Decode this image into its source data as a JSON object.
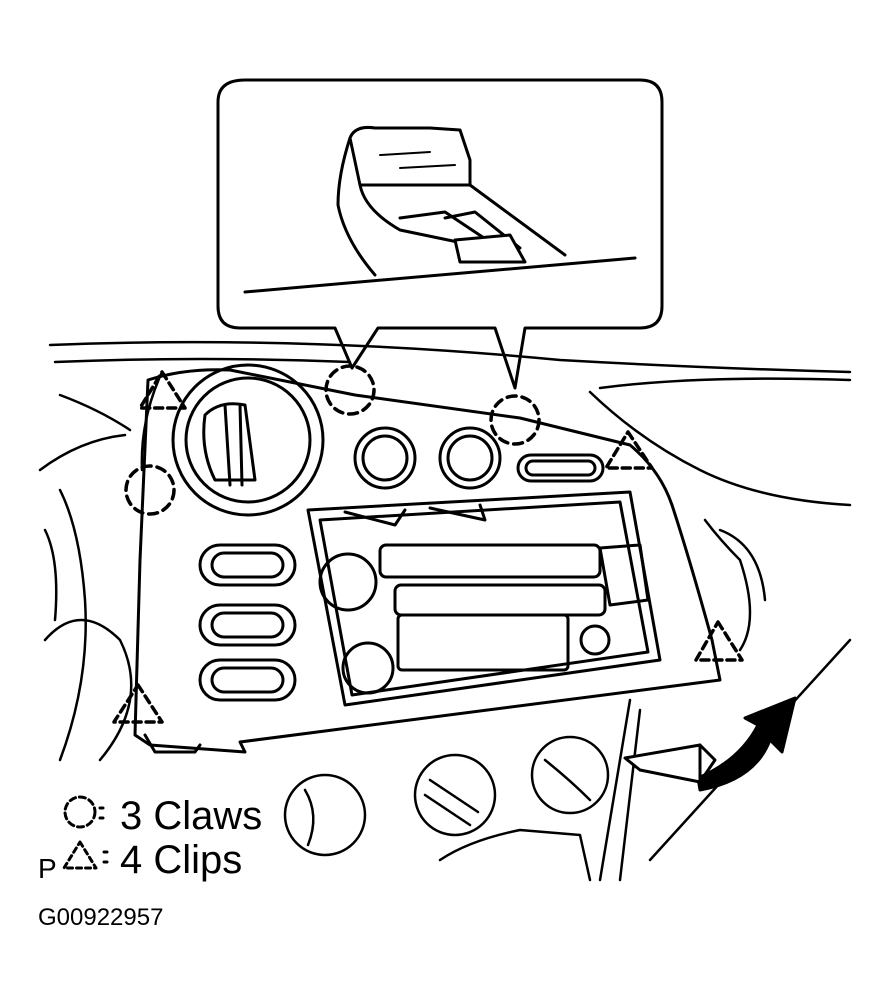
{
  "legend": {
    "claws": "3 Claws",
    "clips": "4 Clips"
  },
  "corner_mark": "P",
  "figure_code": "G00922957",
  "colors": {
    "ink": "#000000",
    "paper": "#ffffff"
  }
}
